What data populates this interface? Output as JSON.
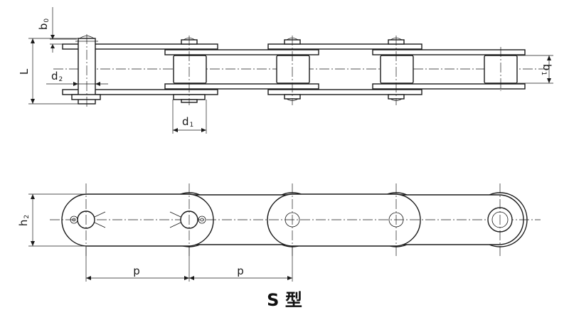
{
  "caption": "S 型",
  "labels": {
    "b0": {
      "main": "b",
      "sub": "0"
    },
    "L": {
      "main": "L"
    },
    "d2": {
      "main": "d",
      "sub": "2"
    },
    "d1": {
      "main": "d",
      "sub": "1"
    },
    "b1": {
      "main": "b",
      "sub": "1"
    },
    "h2": {
      "main": "h",
      "sub": "2"
    },
    "p1": {
      "main": "p"
    },
    "p2": {
      "main": "p"
    }
  }
}
